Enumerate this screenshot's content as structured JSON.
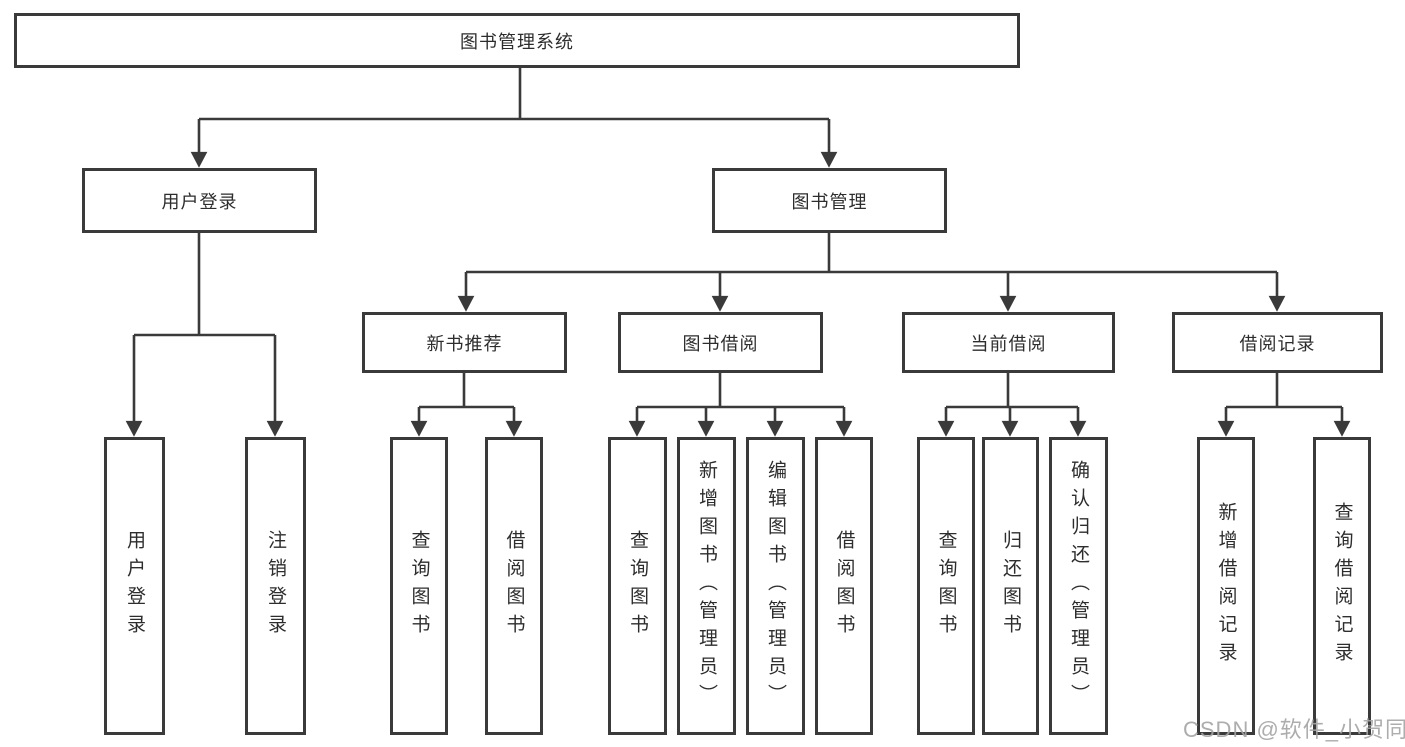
{
  "diagram": {
    "root": {
      "label": "图书管理系统"
    },
    "level2": {
      "user_login": {
        "label": "用户登录"
      },
      "book_mgmt": {
        "label": "图书管理"
      }
    },
    "level3": {
      "new_book": {
        "label": "新书推荐"
      },
      "book_borrow": {
        "label": "图书借阅"
      },
      "current_borrow": {
        "label": "当前借阅"
      },
      "borrow_record": {
        "label": "借阅记录"
      }
    },
    "leaves": {
      "user_login_login": {
        "label": "用户登录"
      },
      "user_login_logout": {
        "label": "注销登录"
      },
      "new_book_query": {
        "label": "查询图书"
      },
      "new_book_borrow": {
        "label": "借阅图书"
      },
      "borrow_query": {
        "label": "查询图书"
      },
      "borrow_add": {
        "label": "新增图书（管理员）"
      },
      "borrow_edit": {
        "label": "编辑图书（管理员）"
      },
      "borrow_borrow": {
        "label": "借阅图书"
      },
      "current_query": {
        "label": "查询图书"
      },
      "current_return": {
        "label": "归还图书"
      },
      "current_confirm": {
        "label": "确认归还（管理员）"
      },
      "record_add": {
        "label": "新增借阅记录"
      },
      "record_query": {
        "label": "查询借阅记录"
      }
    }
  },
  "watermark": {
    "text": "CSDN @软件_小贺同学"
  },
  "colors": {
    "line": "#3a3a3a",
    "text": "#2d2d2d",
    "background": "#ffffff",
    "watermark": "#a4a4a4"
  }
}
